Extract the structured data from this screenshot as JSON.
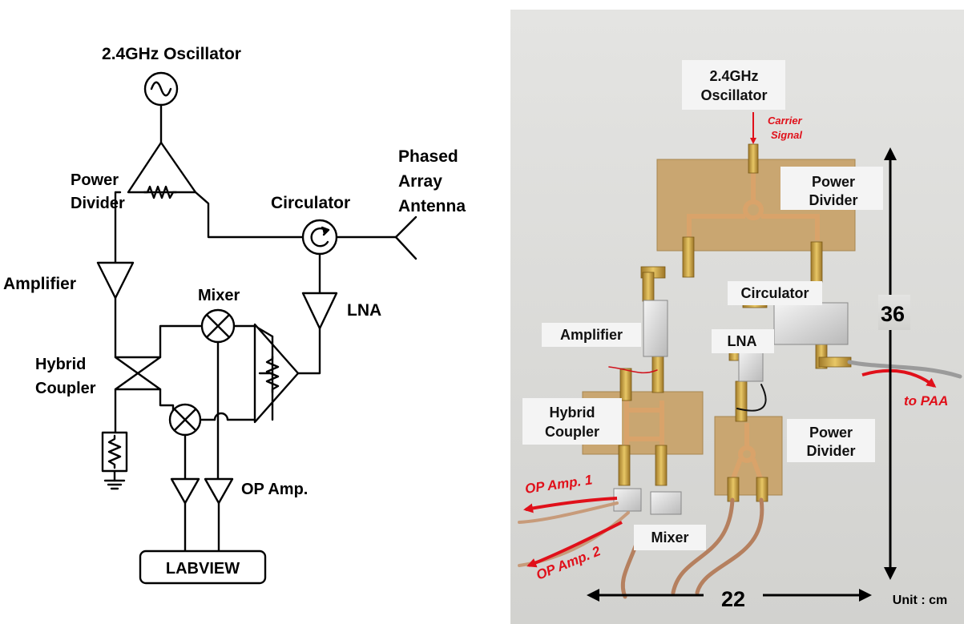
{
  "schematic": {
    "oscillator_label": "2.4GHz Oscillator",
    "power_divider_label": [
      "Power",
      "Divider"
    ],
    "circulator_label": "Circulator",
    "antenna_label": [
      "Phased",
      "Array",
      "Antenna"
    ],
    "amplifier_label": "Amplifier",
    "mixer_label": "Mixer",
    "lna_label": "LNA",
    "hybrid_coupler_label": [
      "Hybrid",
      "Coupler"
    ],
    "op_amp_label": "OP Amp.",
    "labview_label": "LABVIEW"
  },
  "photo": {
    "oscillator_label": [
      "2.4GHz",
      "Oscillator"
    ],
    "carrier_signal_label": [
      "Carrier",
      "Signal"
    ],
    "power_divider_top_label": [
      "Power",
      "Divider"
    ],
    "circulator_label": "Circulator",
    "amplifier_label": "Amplifier",
    "lna_label": "LNA",
    "hybrid_coupler_label": [
      "Hybrid",
      "Coupler"
    ],
    "power_divider_bottom_label": [
      "Power",
      "Divider"
    ],
    "op_amp_1_label": "OP Amp. 1",
    "op_amp_2_label": "OP Amp. 2",
    "mixer_label": "Mixer",
    "to_paa_label": "to PAA",
    "height_dimension": "36",
    "width_dimension": "22",
    "unit_label": "Unit : cm"
  }
}
